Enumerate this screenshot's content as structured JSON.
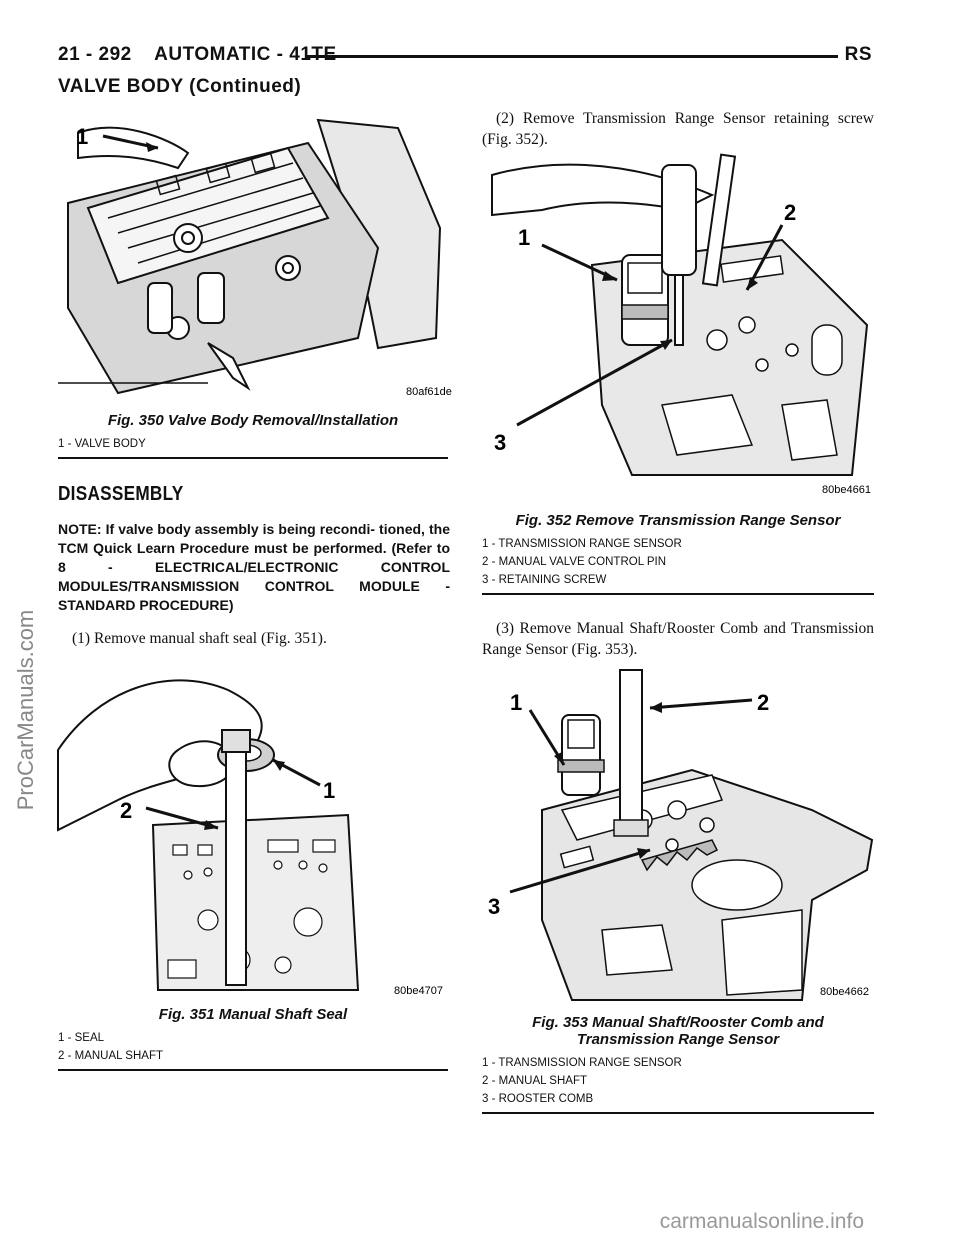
{
  "header": {
    "page_ref": "21 - 292",
    "section": "AUTOMATIC - 41TE",
    "model": "RS",
    "continued": "VALVE BODY (Continued)"
  },
  "watermark": {
    "side": "ProCarManuals.com",
    "footer": "carmanualsonline.info"
  },
  "fig350": {
    "code": "80af61de",
    "callouts": [
      "1"
    ],
    "title": "Fig. 350 Valve Body Removal/Installation",
    "legend": [
      "1 - VALVE BODY"
    ]
  },
  "disassembly": {
    "heading": "DISASSEMBLY",
    "note": "NOTE: If valve body assembly is being recondi- tioned, the TCM Quick Learn Procedure must be performed. (Refer to 8 - ELECTRICAL/ELECTRONIC CONTROL MODULES/TRANSMISSION CONTROL MODULE - STANDARD PROCEDURE)",
    "step1": "(1) Remove manual shaft seal (Fig. 351)."
  },
  "fig351": {
    "code": "80be4707",
    "callouts": [
      "1",
      "2"
    ],
    "title": "Fig. 351 Manual Shaft Seal",
    "legend": [
      "1 - SEAL",
      "2 - MANUAL SHAFT"
    ]
  },
  "right": {
    "step2": "(2) Remove Transmission Range Sensor retaining screw (Fig. 352).",
    "step3": "(3) Remove Manual Shaft/Rooster Comb and Transmission Range Sensor (Fig. 353)."
  },
  "fig352": {
    "code": "80be4661",
    "callouts": [
      "1",
      "2",
      "3"
    ],
    "title": "Fig. 352 Remove Transmission Range Sensor",
    "legend": [
      "1 - TRANSMISSION RANGE SENSOR",
      "2 - MANUAL VALVE CONTROL PIN",
      "3 - RETAINING SCREW"
    ]
  },
  "fig353": {
    "code": "80be4662",
    "callouts": [
      "1",
      "2",
      "3"
    ],
    "title_line1": "Fig. 353 Manual Shaft/Rooster Comb and",
    "title_line2": "Transmission Range Sensor",
    "legend": [
      "1 - TRANSMISSION RANGE SENSOR",
      "2 - MANUAL SHAFT",
      "3 - ROOSTER COMB"
    ]
  }
}
